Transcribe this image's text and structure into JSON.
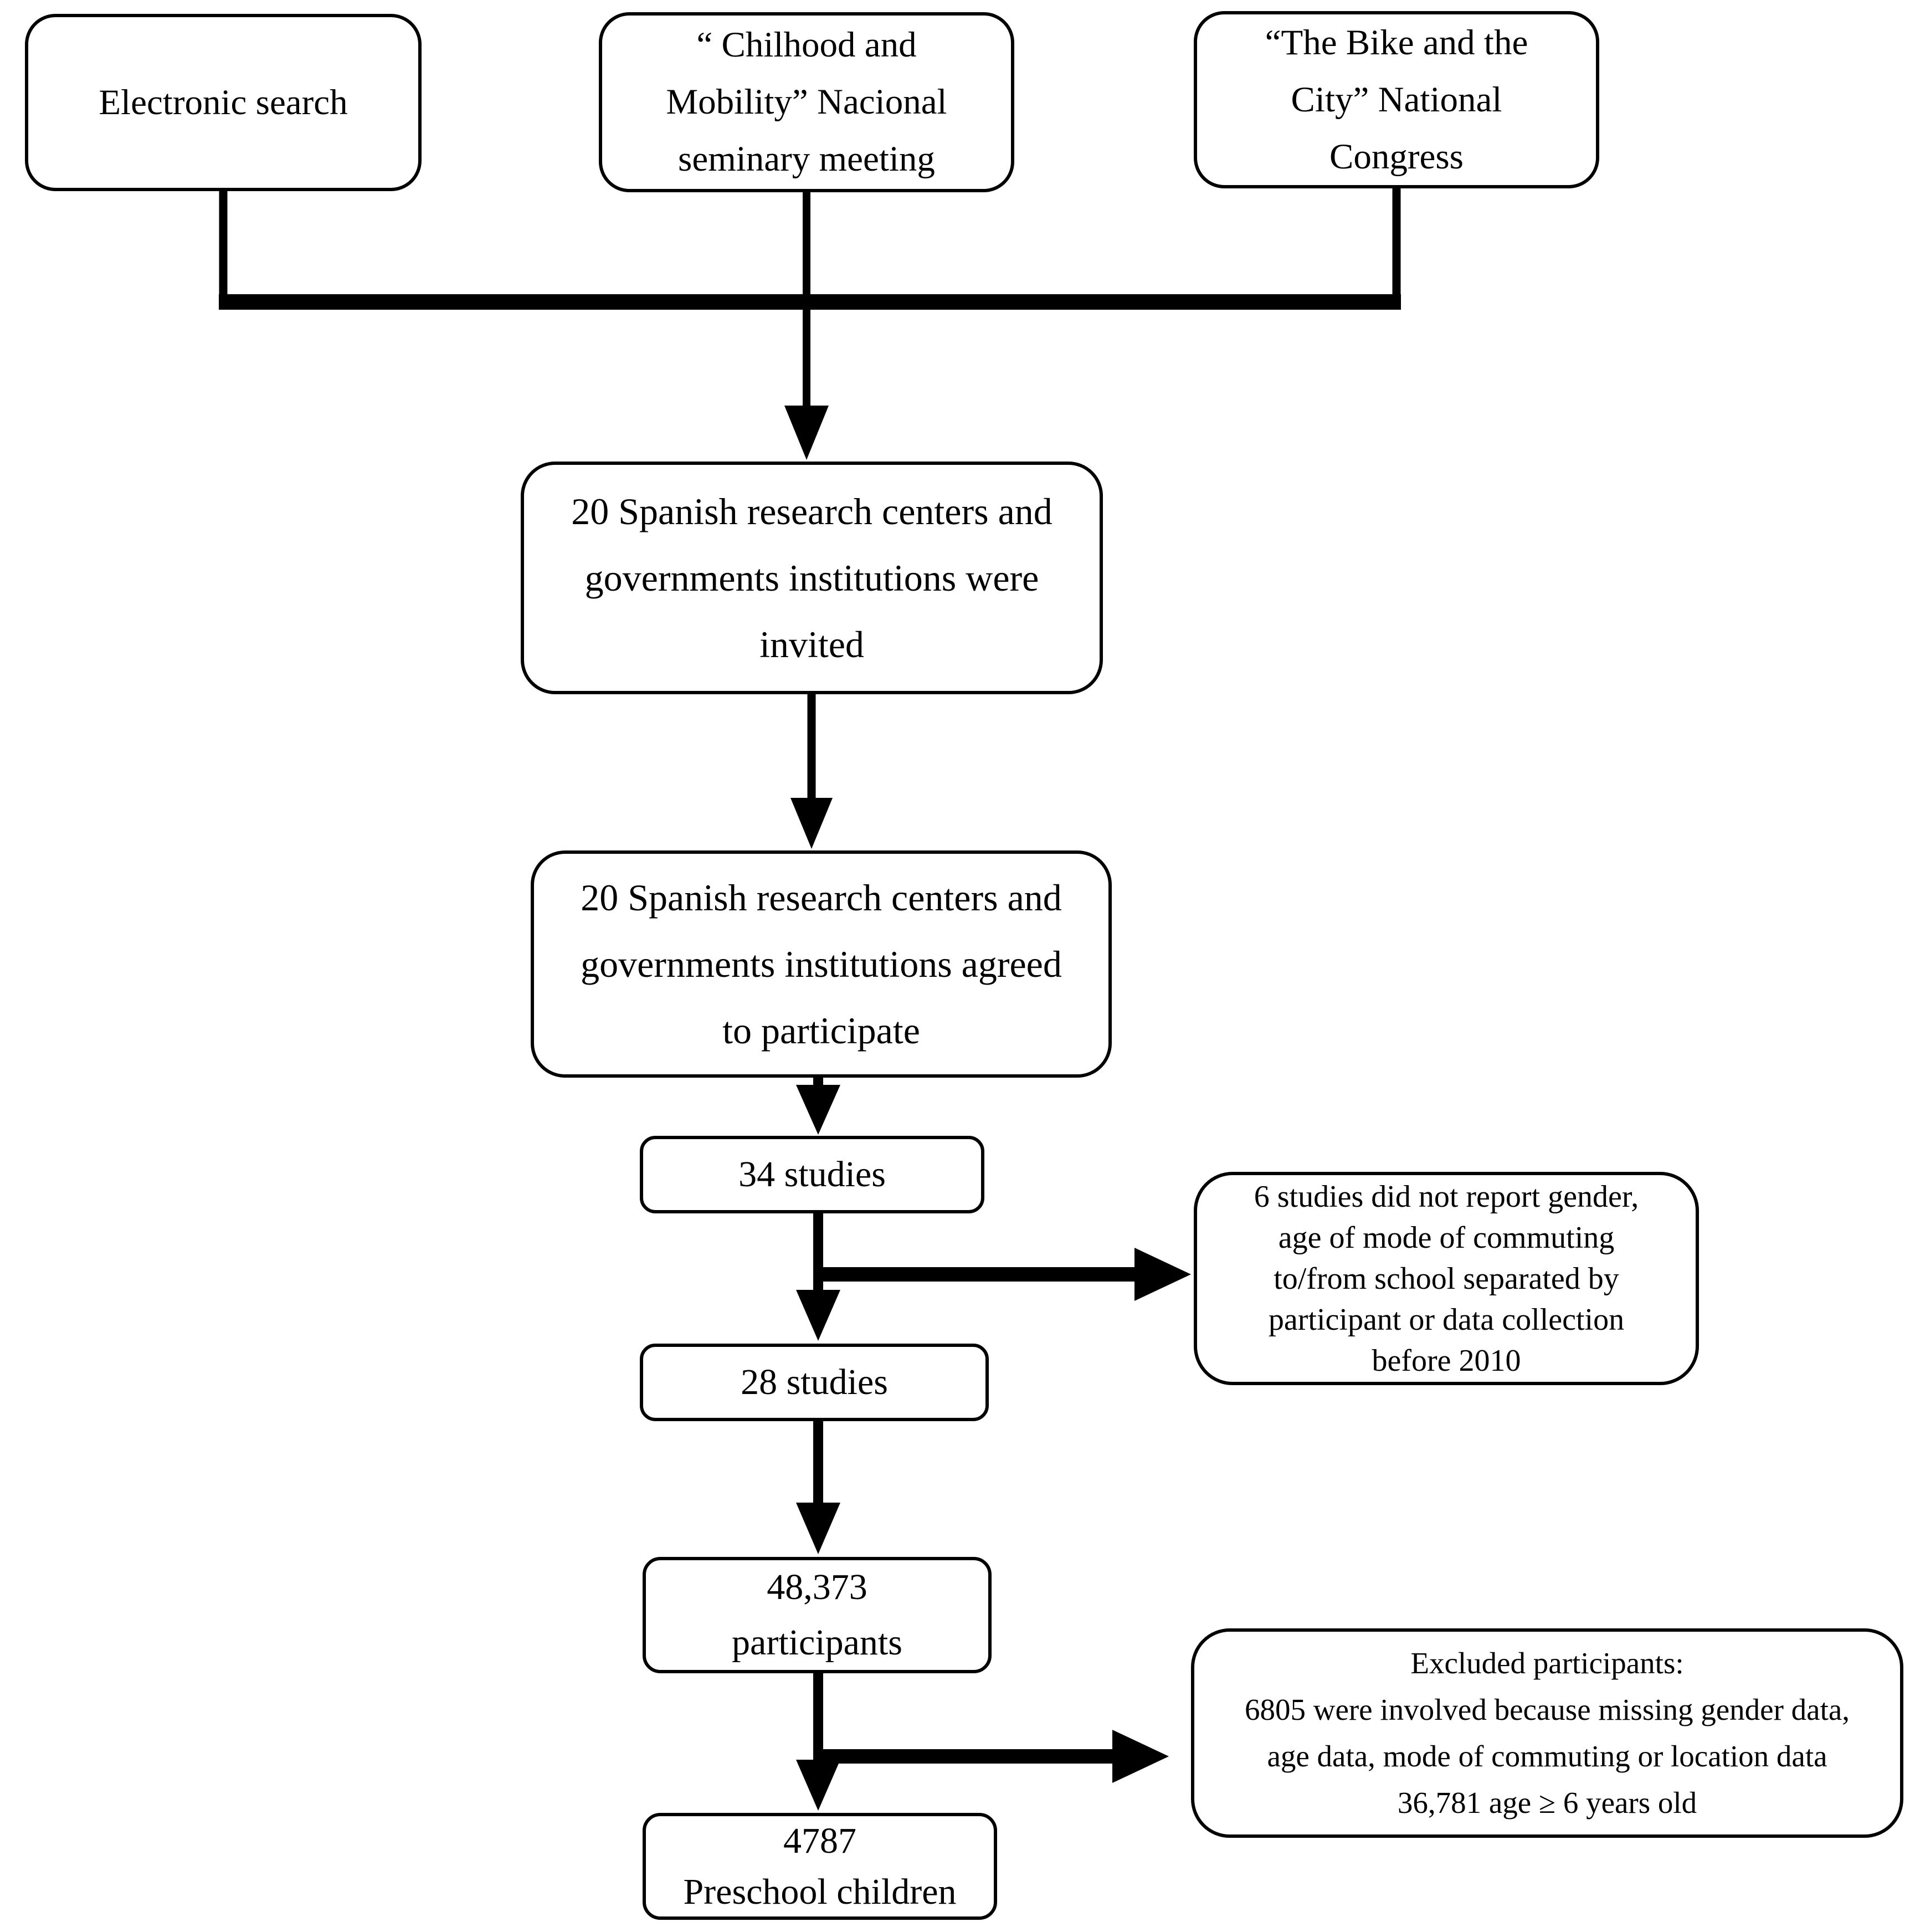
{
  "figure": {
    "background_color": "#ffffff",
    "stroke_color": "#000000",
    "type": "study-selection-flowchart"
  },
  "boxes": {
    "electronic_search": {
      "lines": [
        "Electronic search"
      ]
    },
    "childhood_mobility": {
      "lines": [
        "“ Chilhood and",
        "Mobility” Nacional",
        "seminary meeting"
      ]
    },
    "bike_city": {
      "lines": [
        "“The Bike and the",
        "City” National",
        "Congress"
      ]
    },
    "invited": {
      "lines": [
        "20 Spanish research centers and",
        "governments institutions were",
        "invited"
      ]
    },
    "agreed": {
      "lines": [
        "20 Spanish research centers and",
        "governments institutions agreed",
        "to participate"
      ]
    },
    "studies_34": {
      "lines": [
        "34 studies"
      ]
    },
    "excluded_studies": {
      "lines": [
        "6 studies did not report gender,",
        "age of mode of commuting",
        "to/from school separated by",
        "participant or data collection",
        "before 2010"
      ]
    },
    "studies_28": {
      "lines": [
        "28 studies"
      ]
    },
    "participants": {
      "lines": [
        "48,373",
        "participants"
      ]
    },
    "excluded_participants": {
      "lines": [
        "Excluded participants:",
        "6805 were involved because missing gender data,",
        "age data, mode of commuting or location data",
        "36,781 age ≥ 6 years old"
      ]
    },
    "preschool": {
      "lines": [
        "4787",
        "Preschool children"
      ]
    }
  }
}
